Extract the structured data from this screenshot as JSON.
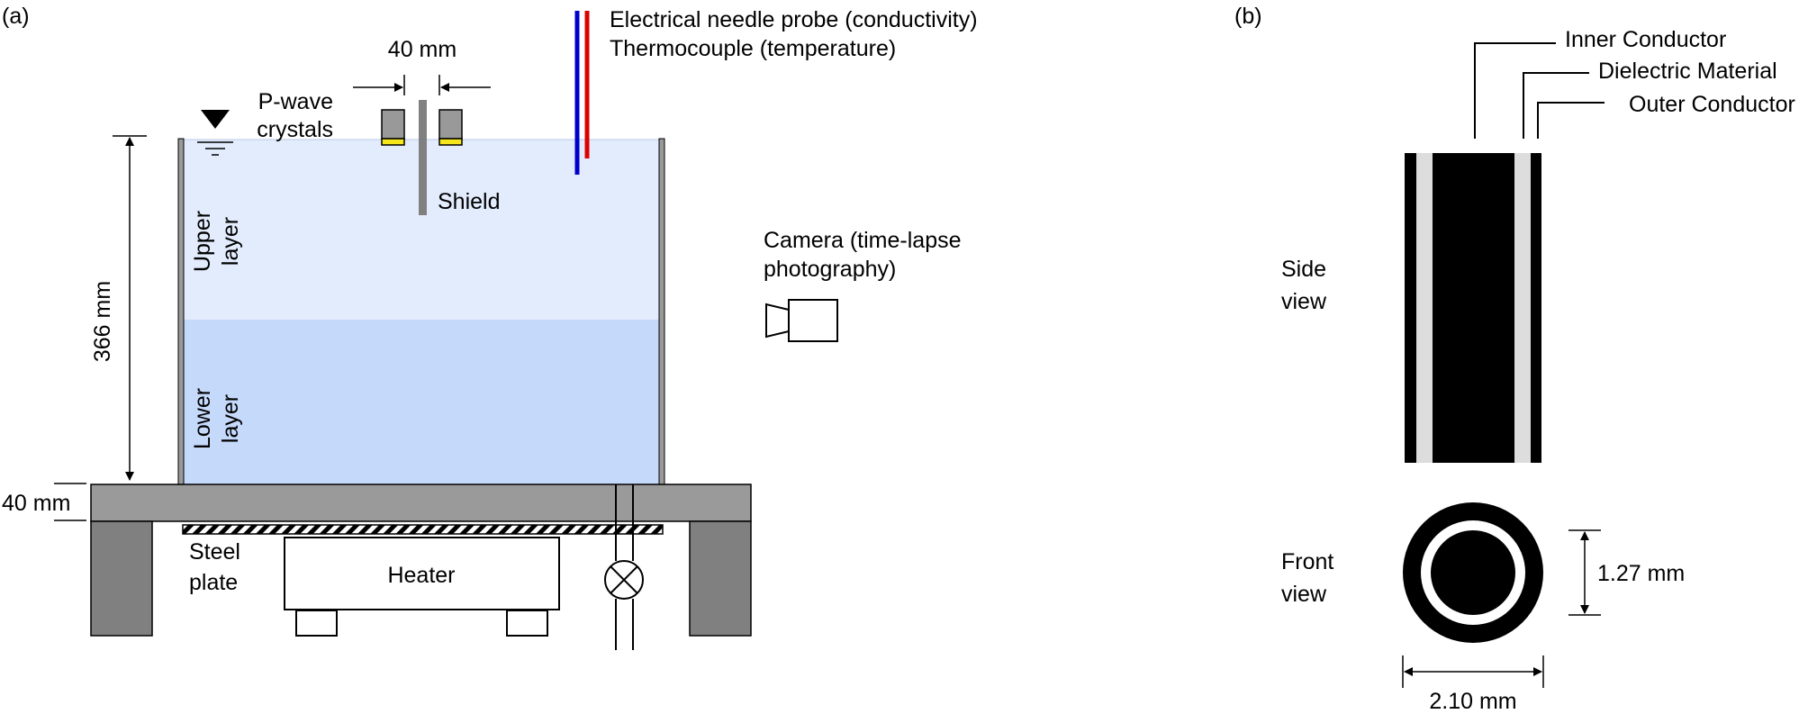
{
  "panel_a": {
    "label": "(a)",
    "probe_conductivity": "Electrical needle probe (conductivity)",
    "probe_temperature": "Thermocouple (temperature)",
    "crystal_gap": "40 mm",
    "pwave_line1": "P-wave",
    "pwave_line2": "crystals",
    "shield": "Shield",
    "upper_layer_line1": "Upper",
    "upper_layer_line2": "layer",
    "lower_layer_line1": "Lower",
    "lower_layer_line2": "layer",
    "height": "366 mm",
    "base_thickness": "40 mm",
    "steel_line1": "Steel",
    "steel_line2": "plate",
    "heater": "Heater",
    "camera_line1": "Camera (time-lapse",
    "camera_line2": "photography)"
  },
  "panel_b": {
    "label": "(b)",
    "inner_conductor": "Inner Conductor",
    "dielectric_material": "Dielectric Material",
    "outer_conductor": "Outer Conductor",
    "side_line1": "Side",
    "side_line2": "view",
    "front_line1": "Front",
    "front_line2": "view",
    "inner_diameter": "1.27 mm",
    "outer_diameter": "2.10 mm"
  },
  "colors": {
    "upper_water": "#e3ecfd",
    "lower_water": "#c5d9fb",
    "probe_conductivity": "#0000cc",
    "probe_temperature": "#dd0000",
    "crystal_face": "#f5e51b",
    "structure_gray": "#9a9a9a",
    "leg_gray": "#808080"
  }
}
